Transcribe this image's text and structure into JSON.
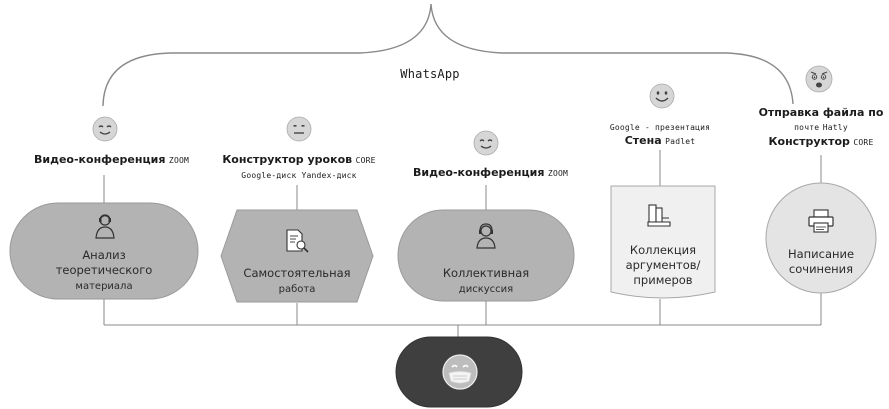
{
  "header": {
    "channel": "WhatsApp"
  },
  "stages": [
    {
      "tool_title": "Видео-конференция",
      "tool_extra": "ZOOM",
      "node_lines": [
        "Анализ",
        "теоретического",
        "материала"
      ]
    },
    {
      "tool_title": "Конструктор уроков",
      "tool_extra": "CORE",
      "tool_line2": "Google-диск Yandex-диск",
      "node_lines": [
        "Самостоятельная",
        "работа"
      ]
    },
    {
      "tool_title": "Видео-конференция",
      "tool_extra": "ZOOM",
      "node_lines": [
        "Коллективная",
        "дискуссия"
      ]
    },
    {
      "tool_line1": "Google - презентация",
      "tool_title": "Стена",
      "tool_extra": "Padlet",
      "node_lines": [
        "Коллекция",
        "аргументов/",
        "примеров"
      ]
    },
    {
      "tool_title": "Отправка файла по",
      "tool_line2": "почте",
      "tool_line2_extra": "Hatly",
      "tool_line3": "Конструктор",
      "tool_extra": "CORE",
      "node_lines": [
        "Написание",
        "сочинения"
      ]
    }
  ],
  "emoji_states": [
    "slightly-smiling",
    "neutral",
    "slightly-smiling",
    "smiling",
    "worried",
    "masked"
  ],
  "colors": {
    "node_fill": "#b3b3b3",
    "node_fill_light": "#e4e4e4",
    "note_fill": "#f0f0f0",
    "bottom_node": "#3f3f3f",
    "lines": "#7a7a7a",
    "emoji_fill": "#d6d6d6"
  }
}
